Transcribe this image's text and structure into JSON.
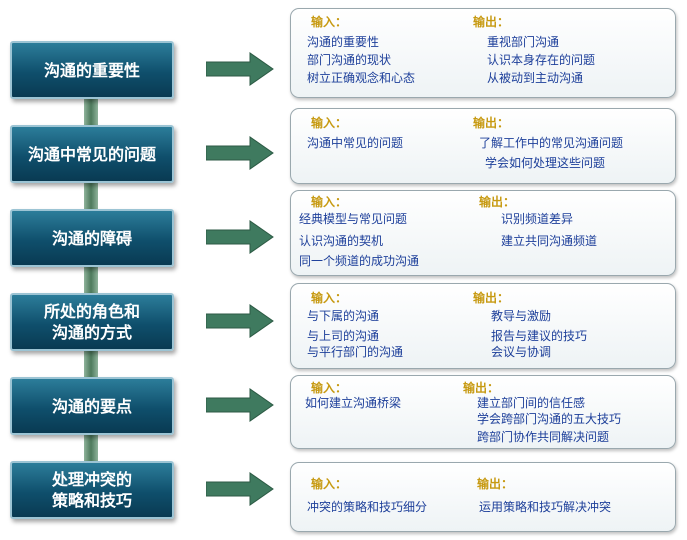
{
  "stages": [
    {
      "title": "沟通的重要性"
    },
    {
      "title": "沟通中常见的问题"
    },
    {
      "title": "沟通的障碍"
    },
    {
      "title_lines": [
        "所处的角色和",
        "沟通的方式"
      ]
    },
    {
      "title": "沟通的要点"
    },
    {
      "title_lines": [
        "处理冲突的",
        "策略和技巧"
      ]
    }
  ],
  "labels": {
    "input": "输入：",
    "output": "输出："
  },
  "cards": [
    {
      "inputs": [
        "沟通的重要性",
        "部门沟通的现状",
        "树立正确观念和心态"
      ],
      "outputs": [
        "重视部门沟通",
        "认识本身存在的问题",
        "从被动到主动沟通"
      ]
    },
    {
      "inputs": [
        "沟通中常见的问题"
      ],
      "outputs": [
        "了解工作中的常见沟通问题",
        "学会如何处理这些问题"
      ]
    },
    {
      "left_items": [
        "经典模型与常见问题",
        "认识沟通的契机",
        "同一个频道的成功沟通"
      ],
      "right_items": [
        "识别频道差异",
        "建立共同沟通频道"
      ]
    },
    {
      "inputs": [
        "与下属的沟通",
        "与上司的沟通",
        "与平行部门的沟通"
      ],
      "outputs": [
        "教导与激励",
        "报告与建议的技巧",
        "会议与协调"
      ]
    },
    {
      "inputs": [
        "如何建立沟通桥梁"
      ],
      "outputs": [
        "建立部门间的信任感",
        "学会跨部门沟通的五大技巧",
        "跨部门协作共同解决问题"
      ]
    },
    {
      "inputs": [
        "冲突的策略和技巧细分"
      ],
      "outputs": [
        "运用策略和技巧解决冲突"
      ]
    }
  ],
  "colors": {
    "stage_bg": "#0f4f6c",
    "arrow": "#3f7a5f",
    "text": "#1d3f9a",
    "label": "#c79a12"
  }
}
